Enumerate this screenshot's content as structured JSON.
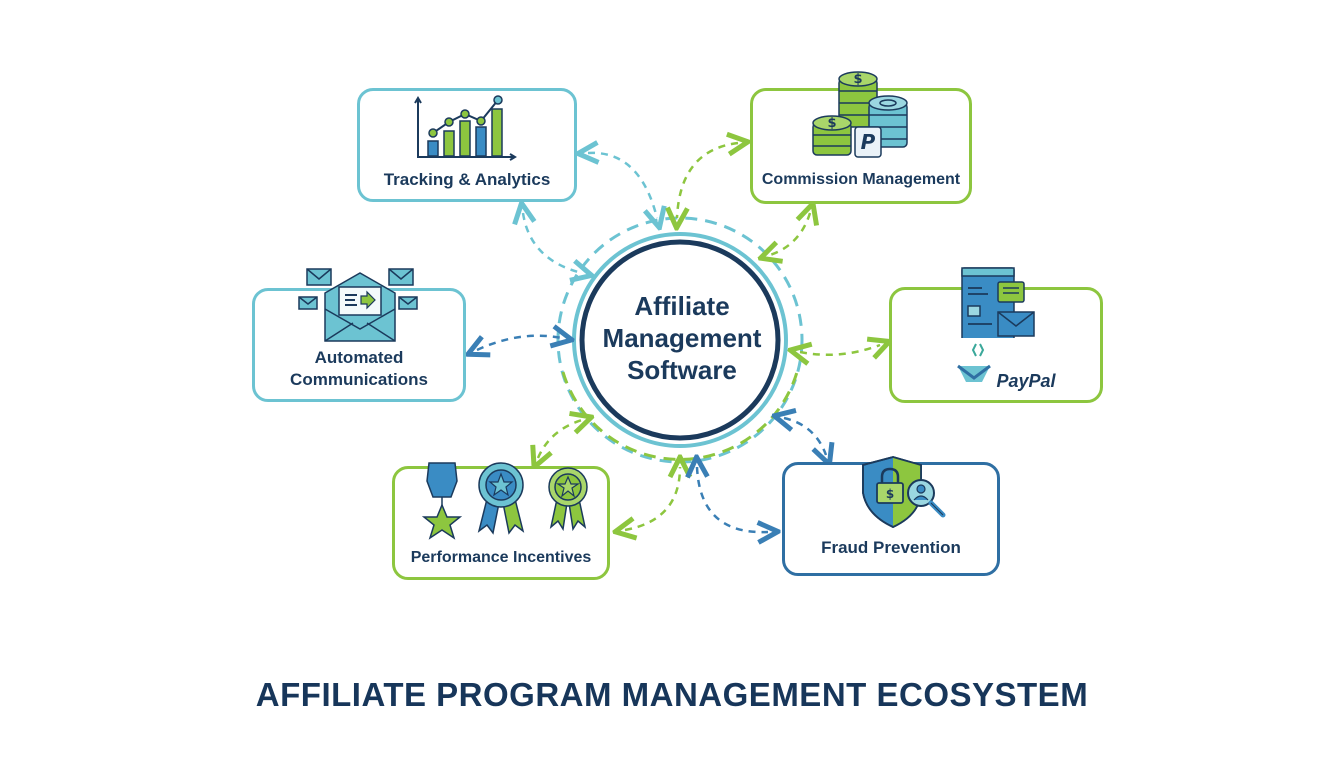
{
  "diagram": {
    "title": "AFFILIATE PROGRAM MANAGEMENT ECOSYSTEM",
    "center": {
      "line1": "Affiliate",
      "line2": "Management",
      "line3": "Software"
    },
    "nodes": [
      {
        "id": "tracking",
        "label": "Tracking & Analytics",
        "icon": "bar-line-chart-icon",
        "border_color": "#6cc3d2"
      },
      {
        "id": "commission",
        "label": "Commission Management",
        "icon": "coin-stacks-icon",
        "border_color": "#8dc63f"
      },
      {
        "id": "automated",
        "label_line1": "Automated",
        "label_line2": "Communications",
        "icon": "envelopes-icon",
        "border_color": "#6cc3d2"
      },
      {
        "id": "payments",
        "label": "PayPal",
        "icon": "browser-email-paypal-icon",
        "border_color": "#8dc63f"
      },
      {
        "id": "incentives",
        "label": "Performance Incentives",
        "icon": "award-ribbons-icon",
        "border_color": "#8dc63f"
      },
      {
        "id": "fraud",
        "label": "Fraud Prevention",
        "icon": "shield-lock-magnifier-icon",
        "border_color": "#2f6fa3"
      }
    ],
    "connectors": "bidirectional dashed arrows between each node and the center",
    "colors": {
      "navy": "#1b3a5c",
      "teal": "#6cc3d2",
      "green": "#8dc63f",
      "blue": "#2f6fa3"
    }
  }
}
